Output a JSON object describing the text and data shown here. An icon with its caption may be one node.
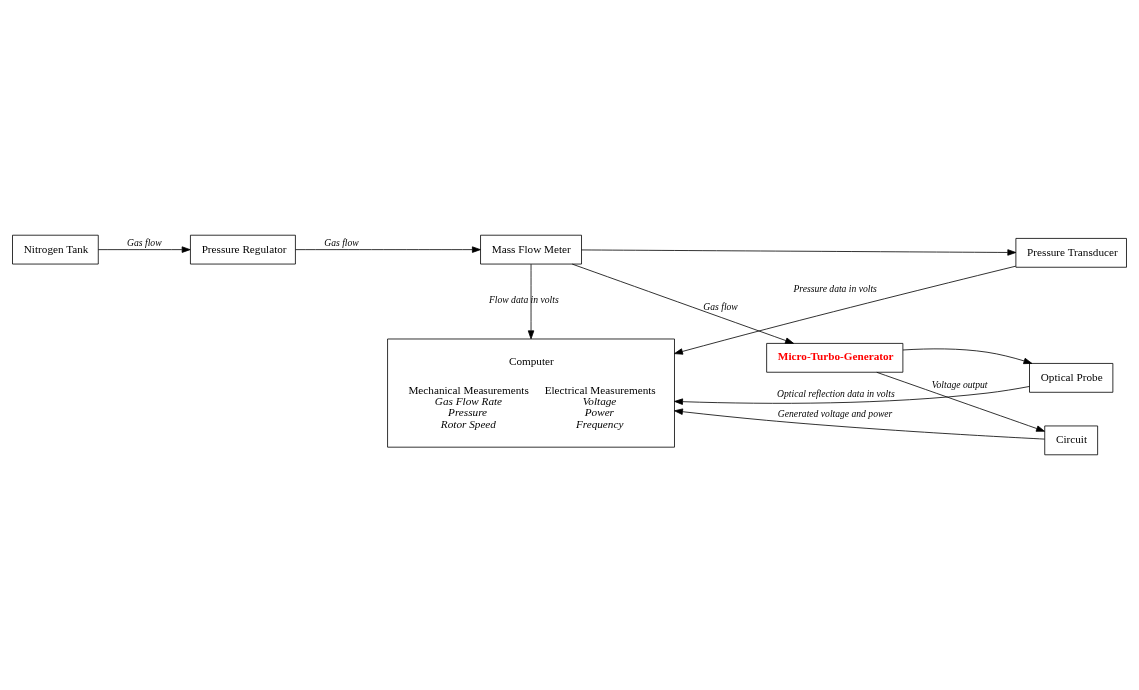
{
  "diagram": {
    "nodes": [
      {
        "text": [
          "Pressure Regulator"
        ]
      },
      {
        "text": [
          "Mass Flow Meter"
        ]
      },
      {
        "text": [
          "Micro-Turbo-Generator"
        ]
      },
      {
        "text": [
          "Circuit"
        ]
      },
      {
        "text": [
          "Pressure Transducer"
        ]
      },
      {
        "text": [
          "Optical Probe"
        ]
      },
      {
        "text": [
          "Nitrogen Tank"
        ]
      },
      {
        "text": [
          "Computer",
          "Mechanical Measurements",
          "Gas Flow Rate",
          "Pressure",
          "Rotor Speed",
          "Electrical Measurements",
          "Voltage",
          "Power",
          "Frequency"
        ]
      }
    ],
    "edges": [
      {
        "from": 6,
        "to": 0,
        "arrow": "to",
        "label": "Gas flow"
      },
      {
        "from": 0,
        "to": 1,
        "arrow": "to",
        "label": "Gas flow"
      },
      {
        "from": 1,
        "to": 2,
        "arrow": "to",
        "label": "Gas flow"
      },
      {
        "from": 1,
        "to": 4,
        "arrow": "to"
      },
      {
        "from": 2,
        "to": 3,
        "arrow": "to",
        "label": "Voltage output"
      },
      {
        "from": 2,
        "to": 5,
        "arrow": "to"
      },
      {
        "from": 1,
        "to": 7,
        "arrow": "to",
        "label": "Flow data in volts"
      },
      {
        "from": 4,
        "to": 7,
        "arrow": "to",
        "label": "Pressure data in volts"
      },
      {
        "from": 5,
        "to": 7,
        "arrow": "to",
        "label": "Optical reflection data in volts"
      },
      {
        "from": 3,
        "to": 7,
        "arrow": "to",
        "label": "Generated voltage and power"
      }
    ]
  }
}
